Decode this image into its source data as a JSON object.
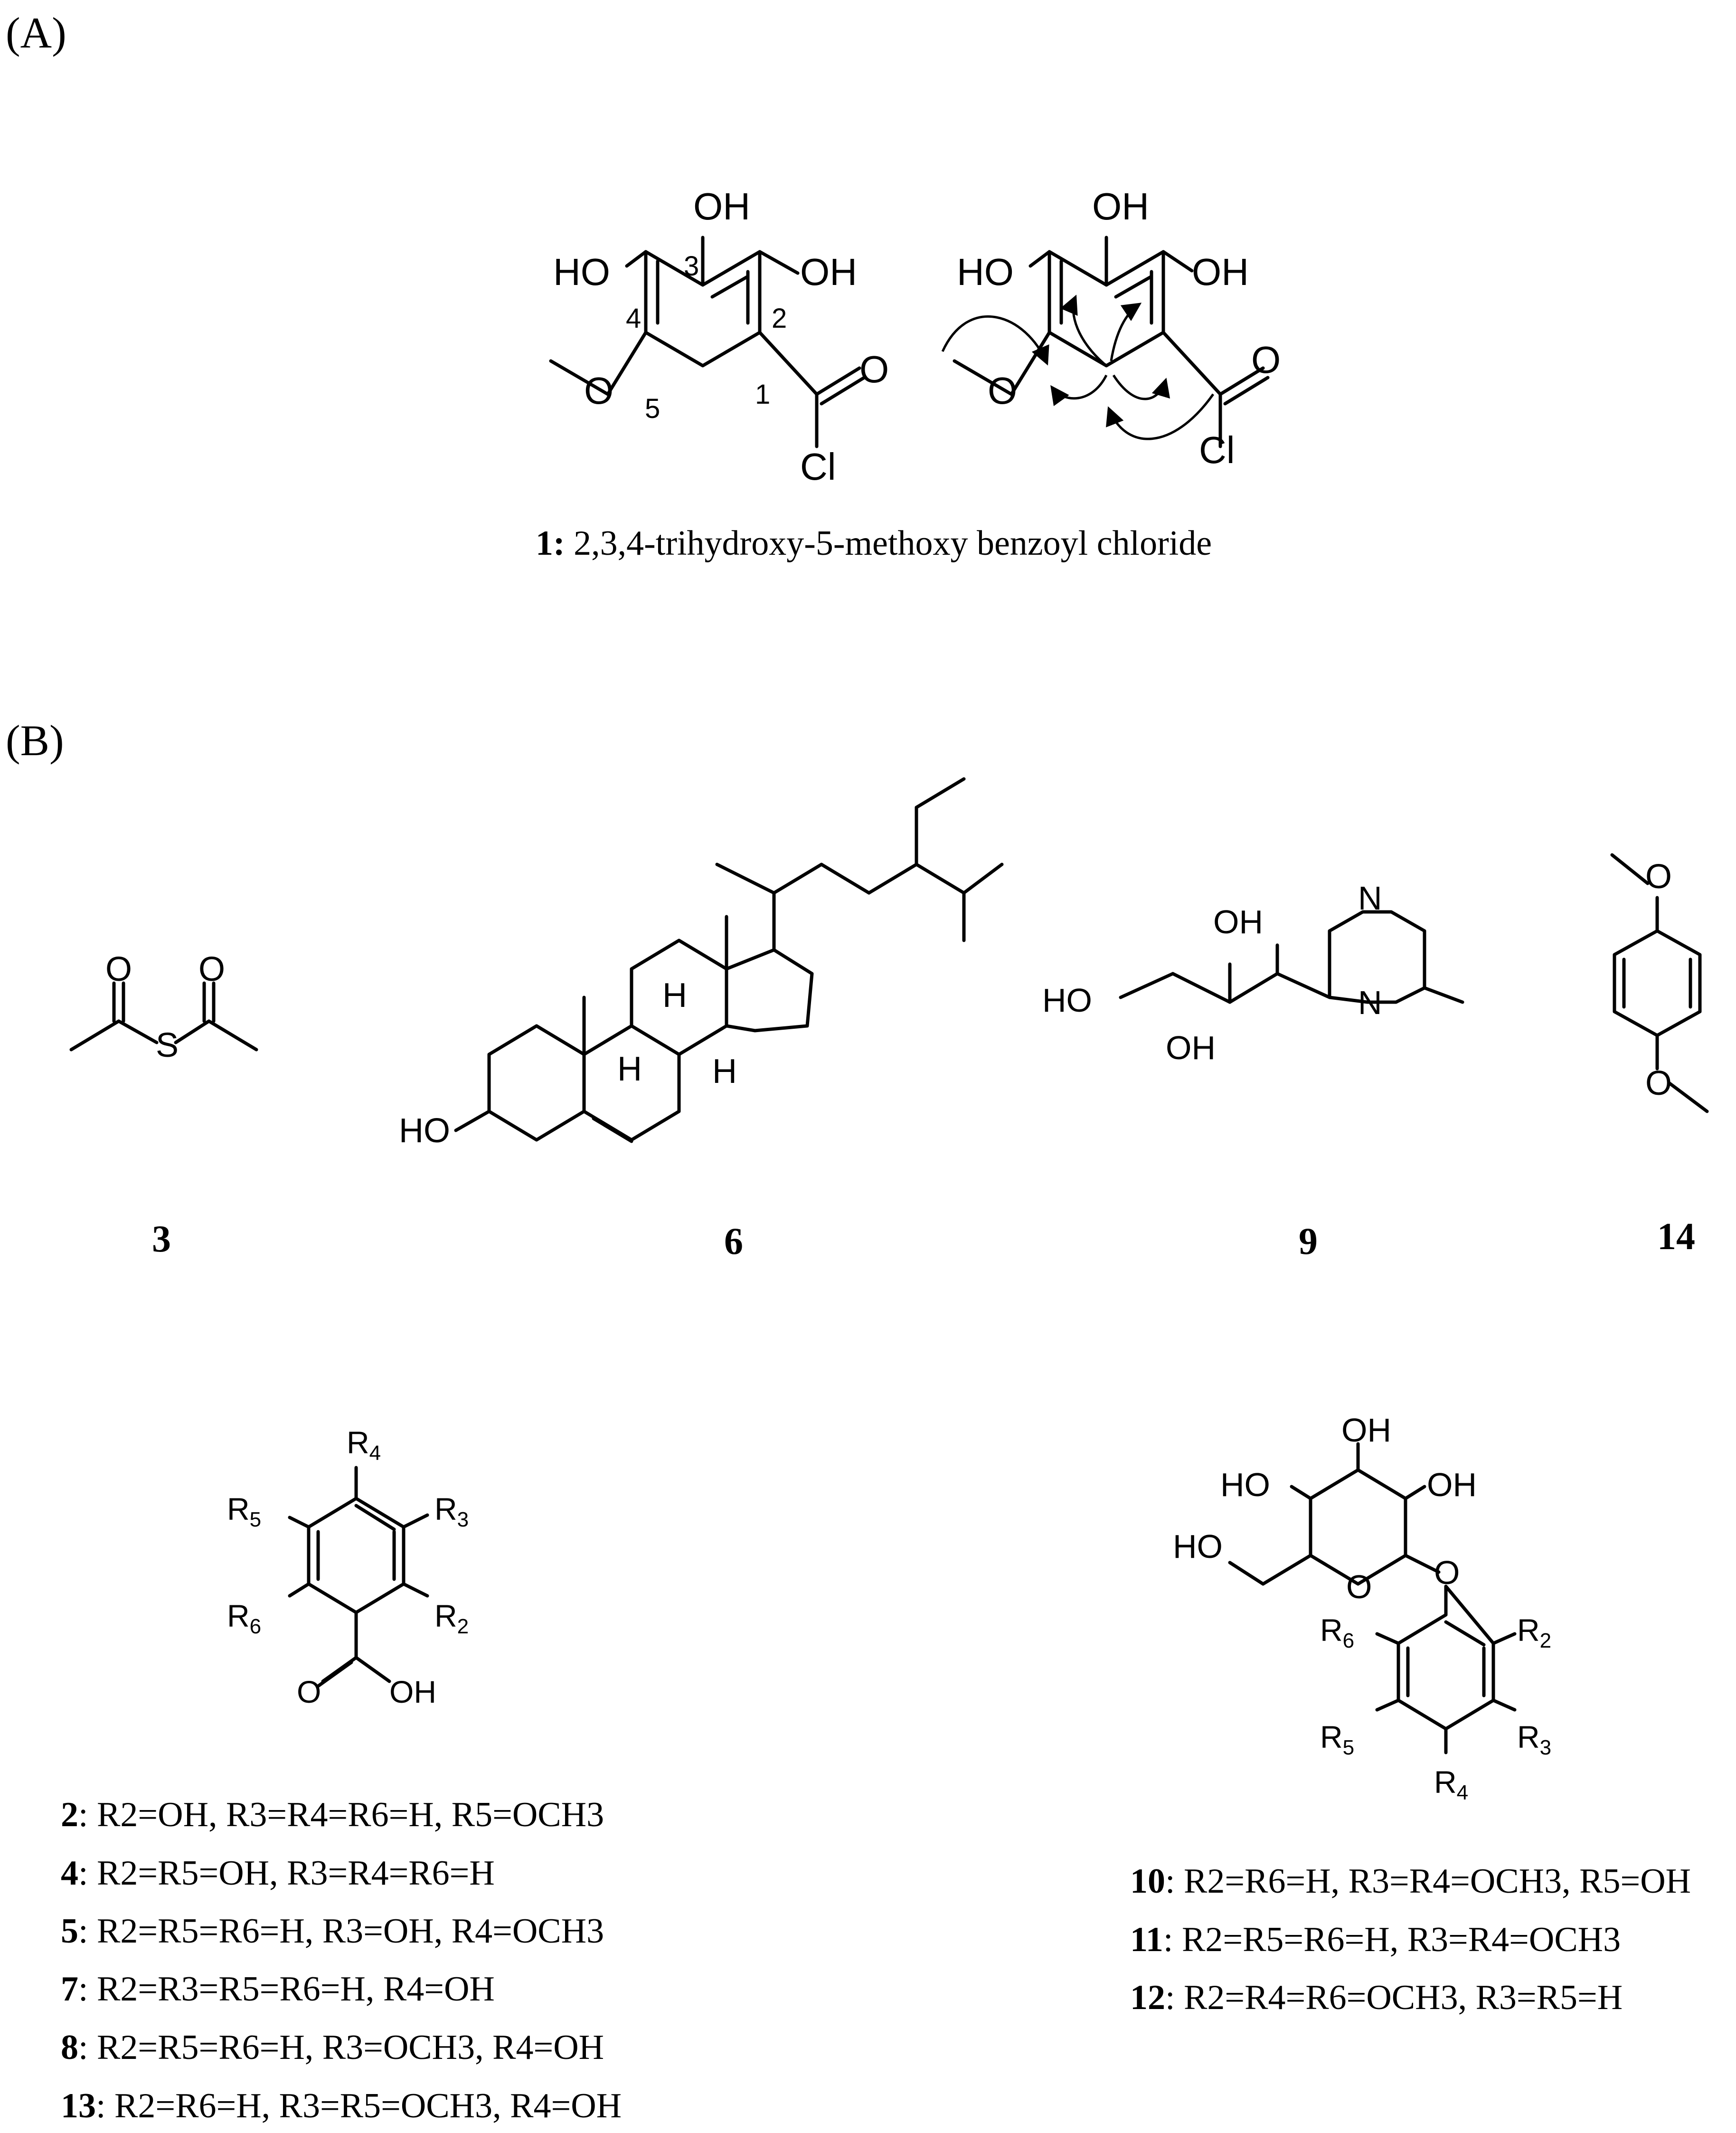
{
  "panels": {
    "a_label": "(A)",
    "b_label": "(B)"
  },
  "compound1": {
    "labels": {
      "oh_top": "OH",
      "ho_left": "HO",
      "oh_right": "OH",
      "o_carbonyl": "O",
      "cl": "Cl",
      "n1": "1",
      "n2": "2",
      "n3": "3",
      "n4": "4",
      "n5": "5"
    },
    "hmbc_labels": {
      "oh_top": "OH",
      "ho_left": "HO",
      "oh_right": "OH",
      "o_carbonyl": "O",
      "cl": "Cl"
    },
    "caption_number": "1:",
    "caption_name": " 2,3,4-trihydroxy-5-methoxy benzoyl chloride"
  },
  "compound3": {
    "number": "3",
    "o1": "O",
    "o2": "O",
    "s": "S"
  },
  "compound6": {
    "number": "6",
    "ho": "HO",
    "h1": "H",
    "h2": "H",
    "h3": "H"
  },
  "compound9": {
    "number": "9",
    "oh_top": "OH",
    "ho": "HO",
    "oh_bottom": "OH",
    "n_top": "N",
    "n_bottom": "N"
  },
  "compound14": {
    "number": "14",
    "o_top": "O",
    "o_bottom": "O"
  },
  "benzoic_core": {
    "r2": "R2",
    "r3": "R3",
    "r4": "R4",
    "r5": "R5",
    "r6": "R6",
    "o": "O",
    "oh": "OH"
  },
  "benzoic_list": [
    {
      "num": "2",
      "text": ": R2=OH, R3=R4=R6=H, R5=OCH3"
    },
    {
      "num": "4",
      "text": ": R2=R5=OH, R3=R4=R6=H"
    },
    {
      "num": "5",
      "text": ": R2=R5=R6=H, R3=OH, R4=OCH3"
    },
    {
      "num": "7",
      "text": ": R2=R3=R5=R6=H, R4=OH"
    },
    {
      "num": "8",
      "text": ": R2=R5=R6=H, R3=OCH3, R4=OH"
    },
    {
      "num": "13",
      "text": ": R2=R6=H, R3=R5=OCH3, R4=OH"
    }
  ],
  "glycoside_core": {
    "oh_top": "OH",
    "ho_left": "HO",
    "oh_right": "OH",
    "ho_ch2": "HO",
    "o_ring": "O",
    "o_link": "O",
    "r2": "R2",
    "r3": "R3",
    "r4": "R4",
    "r5": "R5",
    "r6": "R6"
  },
  "glycoside_list": [
    {
      "num": "10",
      "text": ": R2=R6=H, R3=R4=OCH3, R5=OH"
    },
    {
      "num": "11",
      "text": ": R2=R5=R6=H, R3=R4=OCH3"
    },
    {
      "num": "12",
      "text": ": R2=R4=R6=OCH3, R3=R5=H"
    }
  ]
}
